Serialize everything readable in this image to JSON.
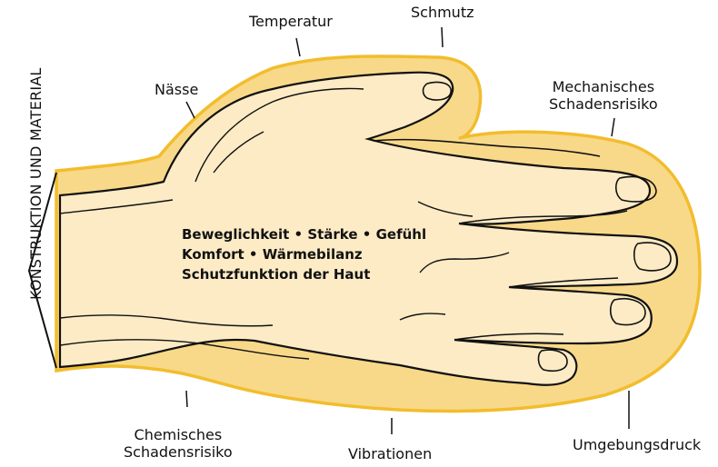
{
  "factors": {
    "temperatur": "Temperatur",
    "schmutz": "Schmutz",
    "naesse": "Nässe",
    "mechanisch_line1": "Mechanisches",
    "mechanisch_line2": "Schadensrisiko",
    "chemisch_line1": "Chemisches",
    "chemisch_line2": "Schadensrisiko",
    "vibrationen": "Vibrationen",
    "umgebungsdruck": "Umgebungsdruck"
  },
  "side_label": "KONSTRUKTION UND MATERIAL",
  "hand_text": {
    "line1": "Beweglichkeit • Stärke • Gefühl",
    "line2": "Komfort • Wärmebilanz",
    "line3": "Schutzfunktion der Haut"
  },
  "colors": {
    "glove_fill": "#f8d98a",
    "glove_outline": "#f2bd2c",
    "hand_fill": "#fcebc5",
    "stroke": "#111111"
  }
}
